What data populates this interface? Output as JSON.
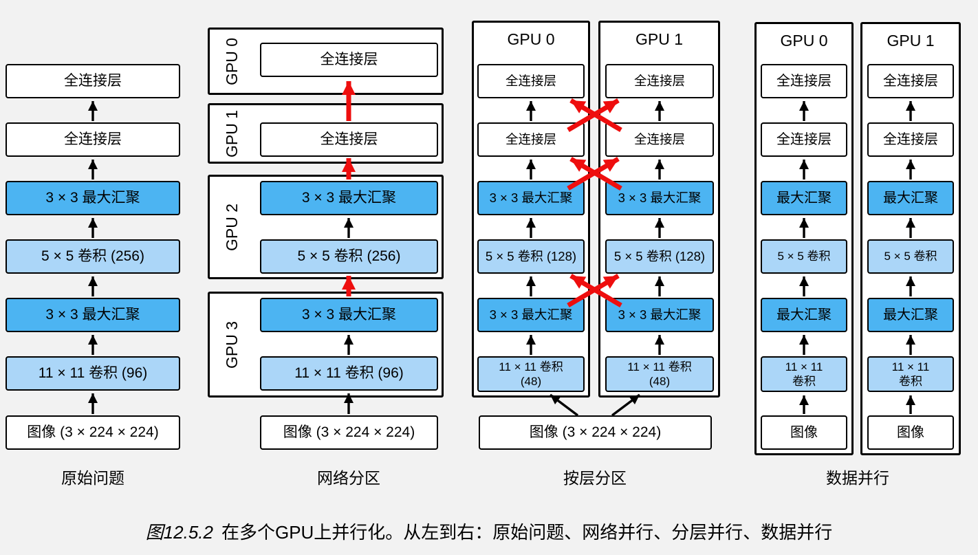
{
  "colors": {
    "background": "#f2f2f2",
    "pool_dark_blue": "#4cb4f2",
    "conv_light_blue": "#abd6f8",
    "exchange_arrow_red": "#ee0e0e",
    "box_border_black": "#000000"
  },
  "col1": {
    "label": "原始问题",
    "layers": [
      {
        "text": "全连接层",
        "style": "white"
      },
      {
        "text": "全连接层",
        "style": "white"
      },
      {
        "text": "3 × 3 最大汇聚",
        "style": "dark"
      },
      {
        "text": "5 × 5 卷积 (256)",
        "style": "light"
      },
      {
        "text": "3 × 3 最大汇聚",
        "style": "dark"
      },
      {
        "text": "11 × 11 卷积 (96)",
        "style": "light"
      },
      {
        "text": "图像 (3 × 224 × 224)",
        "style": "white"
      }
    ]
  },
  "col2": {
    "label": "网络分区",
    "gpu0": {
      "name": "GPU 0",
      "fc": "全连接层"
    },
    "gpu1": {
      "name": "GPU 1",
      "fc": "全连接层"
    },
    "gpu2": {
      "name": "GPU 2",
      "pool": "3 × 3 最大汇聚",
      "conv": "5 × 5 卷积 (256)"
    },
    "gpu3": {
      "name": "GPU 3",
      "pool": "3 × 3 最大汇聚",
      "conv": "11 × 11 卷积 (96)"
    },
    "input": "图像 (3 × 224 × 224)"
  },
  "col3": {
    "label": "按层分区",
    "input": "图像 (3 × 224 × 224)",
    "gpu0": {
      "name": "GPU 0",
      "layers": [
        "全连接层",
        "全连接层",
        "3 × 3 最大汇聚",
        "5 × 5 卷积 (128)",
        "3 × 3 最大汇聚"
      ],
      "conv_line1": "11 × 11 卷积",
      "conv_line2": "(48)"
    },
    "gpu1": {
      "name": "GPU 1",
      "layers": [
        "全连接层",
        "全连接层",
        "3 × 3 最大汇聚",
        "5 × 5 卷积 (128)",
        "3 × 3 最大汇聚"
      ],
      "conv_line1": "11 × 11 卷积",
      "conv_line2": "(48)"
    }
  },
  "col4": {
    "label": "数据并行",
    "gpu0": {
      "name": "GPU 0",
      "layers": [
        "全连接层",
        "全连接层",
        "最大汇聚",
        "5 × 5 卷积",
        "最大汇聚"
      ],
      "conv_line1": "11 × 11",
      "conv_line2": "卷积",
      "input": "图像"
    },
    "gpu1": {
      "name": "GPU 1",
      "layers": [
        "全连接层",
        "全连接层",
        "最大汇聚",
        "5 × 5 卷积",
        "最大汇聚"
      ],
      "conv_line1": "11 × 11",
      "conv_line2": "卷积",
      "input": "图像"
    }
  },
  "caption": {
    "figure_id": "图12.5.2",
    "text": "在多个GPU上并行化。从左到右：原始问题、网络并行、分层并行、数据并行"
  }
}
